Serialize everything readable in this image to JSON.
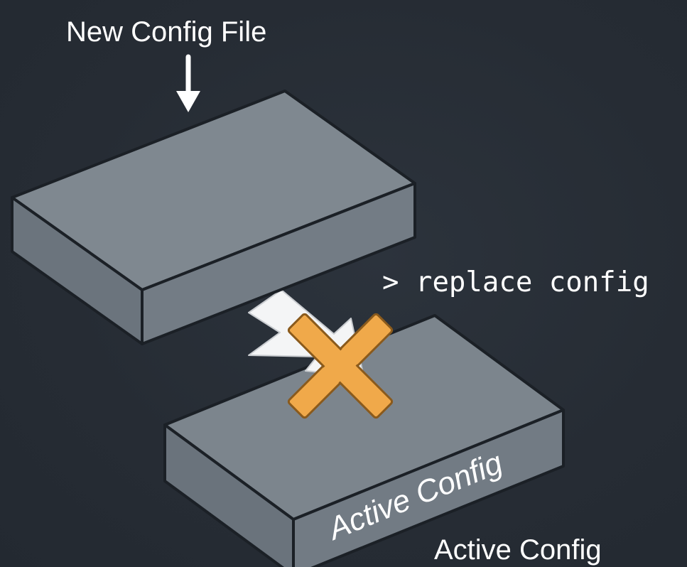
{
  "diagram": {
    "new_file_label": "New Config File",
    "command_label": "> replace config",
    "active_face_label": "Active Config",
    "active_bottom_label": "Active Config",
    "colors": {
      "background": "#272d35",
      "box_top": "#7e878f",
      "box_front": "#6c757e",
      "box_side": "#737c85",
      "box_edge": "#1b2026",
      "cross": "#f0a94a",
      "cross_outline": "#8a5a1c",
      "arrow": "#f4f5f6"
    },
    "icons": {
      "down_arrow": "arrow-down-icon",
      "cross": "cross-icon",
      "transfer_arrow": "transfer-arrow-icon"
    }
  }
}
